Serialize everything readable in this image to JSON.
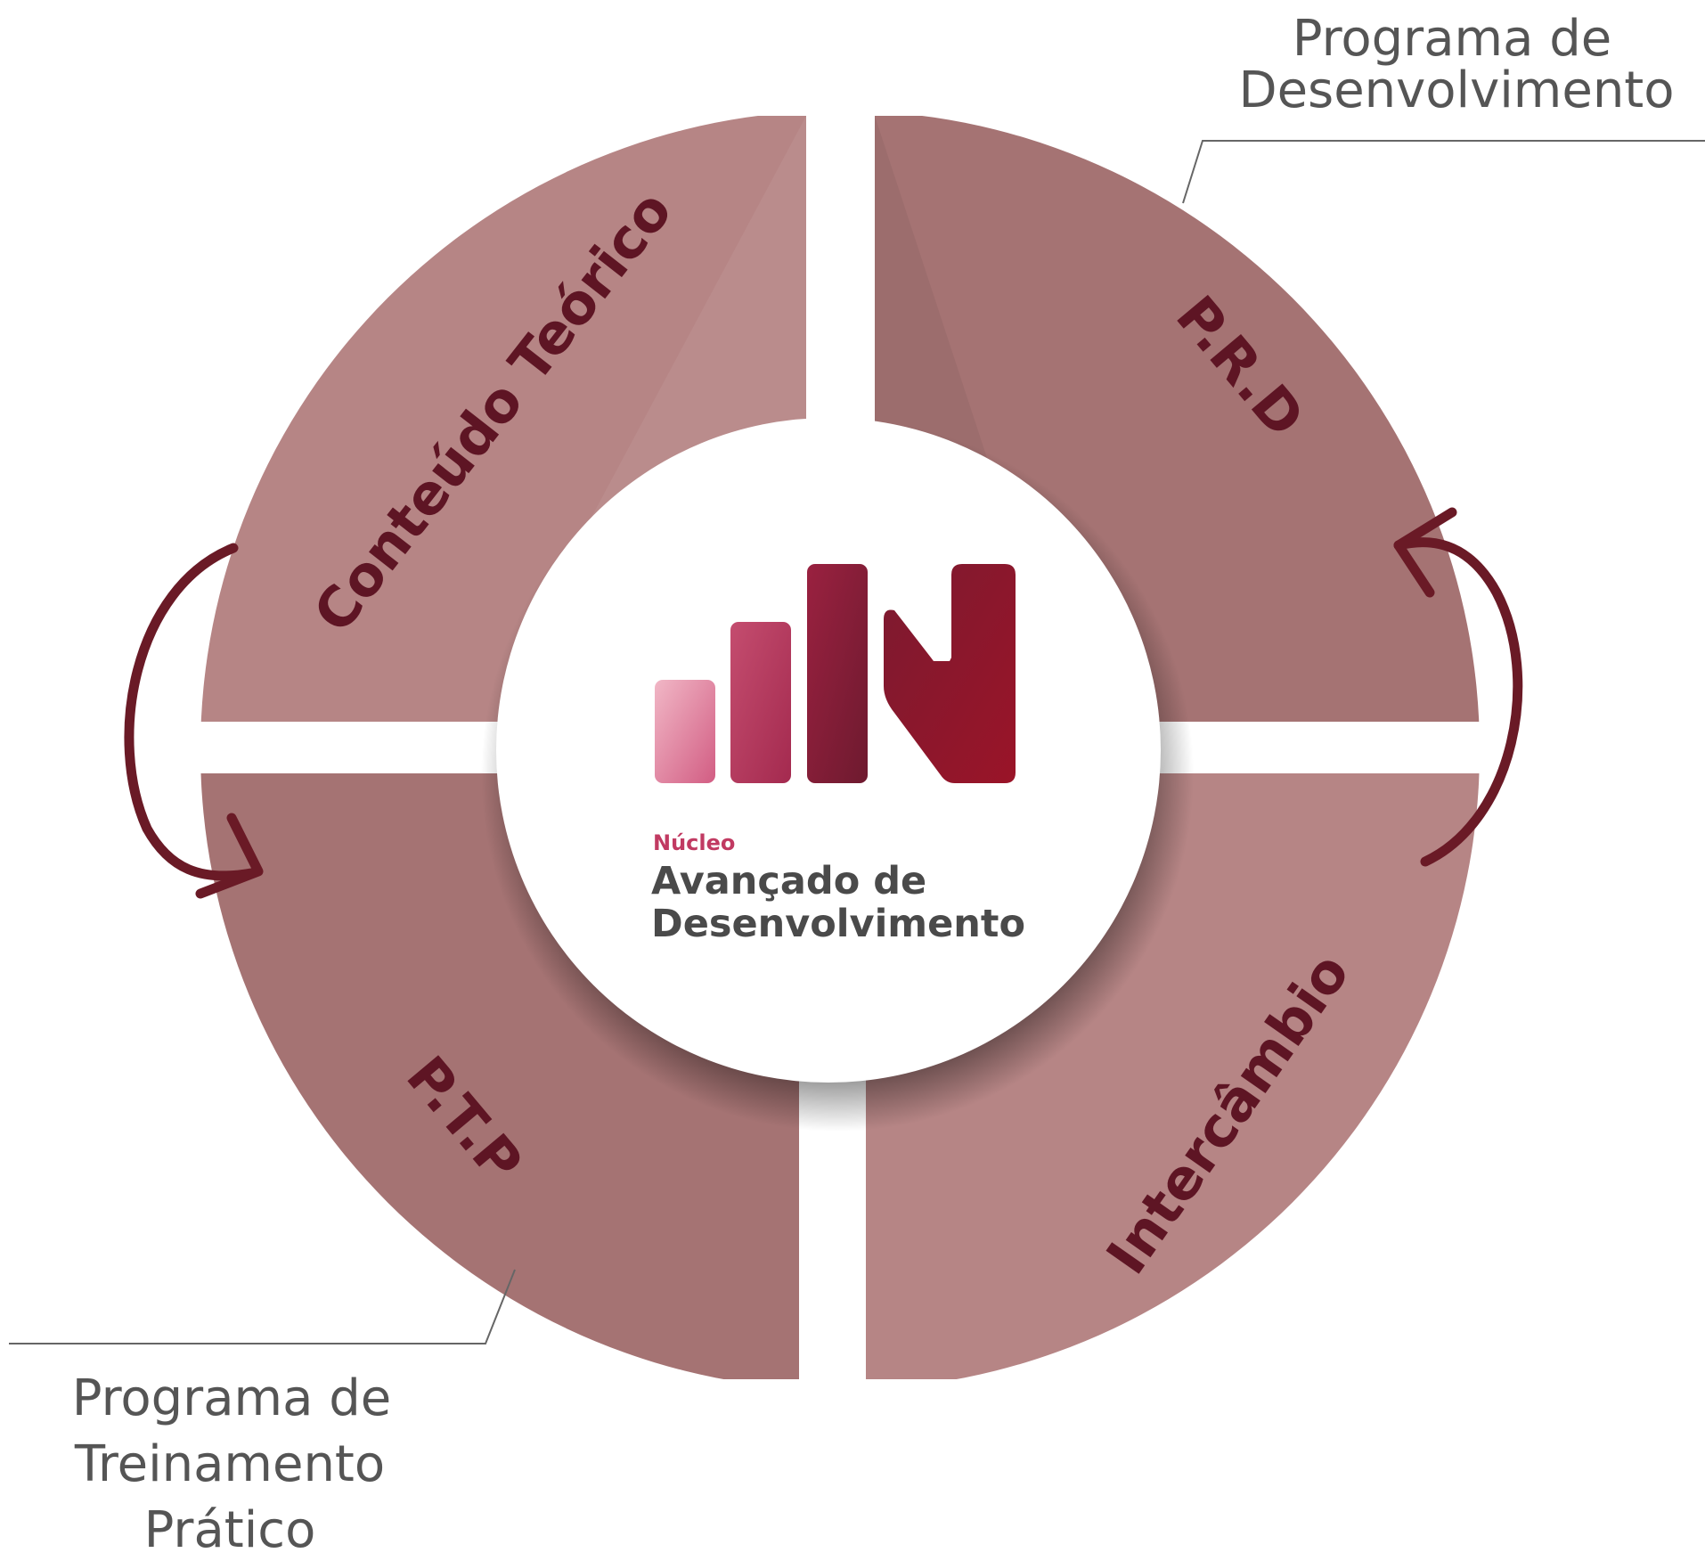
{
  "quadrants": [
    {
      "label": "Conteúdo Teórico",
      "color": "#b68585"
    },
    {
      "label": "P.R.D",
      "color": "#a57373"
    },
    {
      "label": "P.T.P",
      "color": "#a57373"
    },
    {
      "label": "Intercâmbio",
      "color": "#b68585"
    }
  ],
  "callouts": {
    "top_right": [
      "Programa de",
      "Desenvolvimento"
    ],
    "bottom_left": [
      "Programa de",
      "Treinamento",
      "Prático"
    ]
  },
  "center_logo": {
    "kicker": "Núcleo",
    "title_line1": "Avançado de",
    "title_line2": "Desenvolvimento"
  },
  "colors": {
    "label_text": "#5e1524",
    "arrow": "#6a1a26",
    "callout_text": "#555555",
    "logo_kicker": "#c13a62",
    "logo_title": "#4a4a4a"
  }
}
